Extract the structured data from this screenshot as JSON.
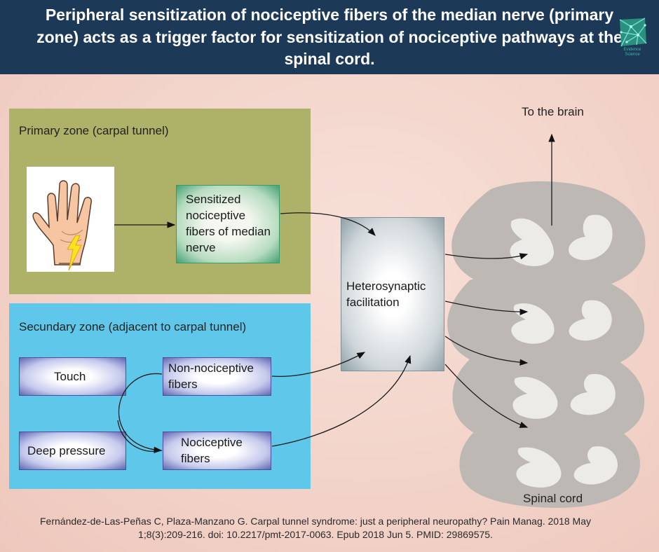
{
  "header": {
    "title": "Peripheral sensitization of nociceptive fibers of the median nerve (primary zone) acts as a trigger factor for sensitization of nociceptive pathways at the spinal cord.",
    "logo_text": "Evidence Science",
    "logo_icon": "network-logo-icon"
  },
  "primary_zone": {
    "title": "Primary zone (carpal tunnel)",
    "box_label": "Sensitized nociceptive fibers of median nerve"
  },
  "secondary_zone": {
    "title": "Secundary zone (adjacent to carpal tunnel)",
    "touch": "Touch",
    "deep_pressure": "Deep pressure",
    "non_nociceptive": "Non-nociceptive fibers",
    "nociceptive": "Nociceptive fibers"
  },
  "center": {
    "label": "Heterosynaptic facilitation"
  },
  "right": {
    "to_brain": "To the brain",
    "spinal_cord": "Spinal cord"
  },
  "citation": "Fernández-de-Las-Peñas C, Plaza-Manzano G. Carpal tunnel syndrome: just a peripheral neuropathy? Pain Manag. 2018 May 1;8(3):209-216. doi: 10.2217/pmt-2017-0063. Epub 2018 Jun 5. PMID: 29869575.",
  "colors": {
    "header": "#1d3958",
    "primary_zone": "#aeb168",
    "secondary_zone": "#5fc8ea",
    "background": "#f2d2c8",
    "spinal_gray": "#c0bbb6"
  }
}
